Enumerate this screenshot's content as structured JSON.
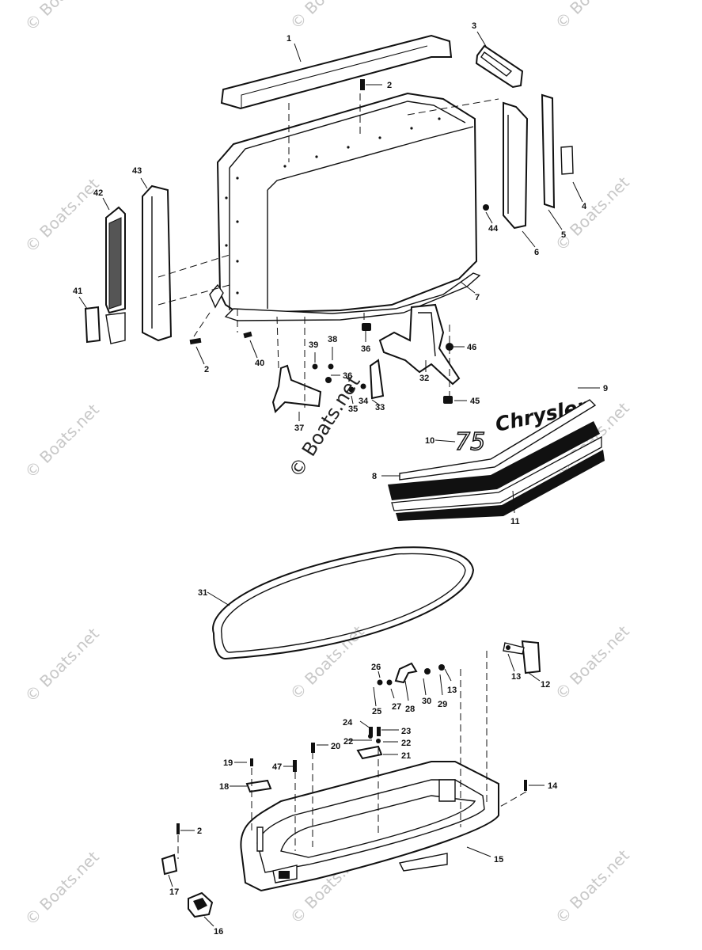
{
  "watermark": "© Boats.net",
  "center_watermark": "© Boats.net",
  "decal": {
    "model_number": "75",
    "brand": "Chrysler"
  },
  "callouts": [
    "1",
    "2",
    "3",
    "4",
    "5",
    "6",
    "7",
    "44",
    "43",
    "42",
    "41",
    "2",
    "40",
    "39",
    "38",
    "36",
    "36",
    "37",
    "35",
    "34",
    "33",
    "32",
    "46",
    "45",
    "9",
    "10",
    "8",
    "11",
    "31",
    "26",
    "27",
    "28",
    "30",
    "29",
    "13",
    "13",
    "12",
    "25",
    "24",
    "23",
    "22",
    "22",
    "20",
    "21",
    "19",
    "47",
    "18",
    "14",
    "2",
    "17",
    "16",
    "15"
  ]
}
